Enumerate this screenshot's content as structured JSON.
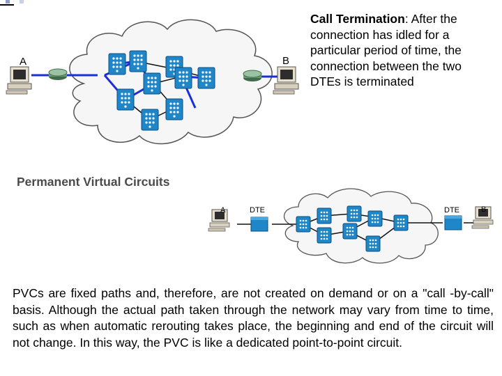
{
  "call_termination": {
    "heading": "Call Termination",
    "body": ": After the connection has idled for a particular period of time, the connection between the two DTEs is terminated"
  },
  "pvc": {
    "title": "Permanent Virtual Circuits",
    "paragraph": "PVCs are fixed paths and, therefore, are not created on demand or on a \"call -by-call\" basis. Although the actual path taken through the network may vary from time to time, such as when automatic rerouting takes place, the beginning and end of the circuit will not change. In this way, the PVC is like a dedicated point-to-point circuit."
  },
  "top_diagram": {
    "label_a": "A",
    "label_b": "B"
  },
  "bottom_diagram": {
    "label_a": "A",
    "label_b": "B",
    "dte_left": "DTE",
    "dte_right": "DTE"
  },
  "colors": {
    "link_blue": "#1a2fd8",
    "switch_blue": "#1f86c8",
    "cloud_fill": "#f6f6f6"
  }
}
